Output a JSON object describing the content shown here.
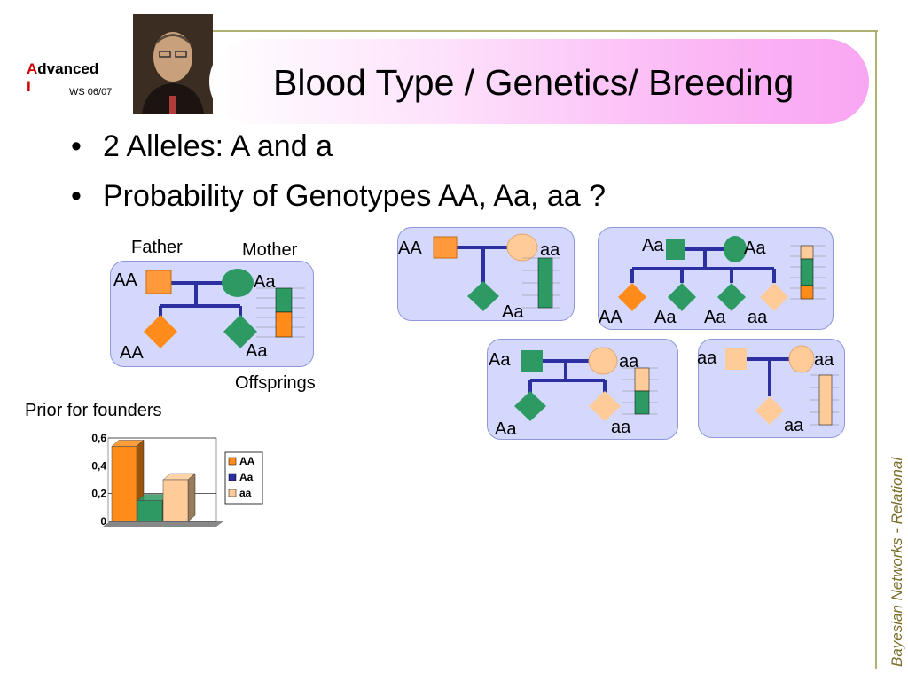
{
  "header": {
    "title": "Blood Type / Genetics/ Breeding",
    "logo_first": "A",
    "logo_rest": "dvanced",
    "logo_second": "I",
    "term": "WS 06/07"
  },
  "bullets": [
    "2 Alleles: A and a",
    "Probability of Genotypes AA, Aa, aa ?"
  ],
  "sidebar": {
    "text": "Bayesian Networks  - Relational"
  },
  "family1": {
    "father": "Father",
    "mother": "Mother",
    "father_type": "AA",
    "mother_type": "Aa",
    "child1": "AA",
    "child2": "Aa",
    "offsprings": "Offsprings"
  },
  "family2": {
    "father_type": "AA",
    "mother_type": "aa",
    "child": "Aa"
  },
  "family3": {
    "father_type": "Aa",
    "mother_type": "Aa",
    "c1": "AA",
    "c2": "Aa",
    "c3": "Aa",
    "c4": "aa"
  },
  "family4": {
    "father_type": "Aa",
    "mother_type": "aa",
    "c1": "Aa",
    "c2": "aa"
  },
  "family5": {
    "father_type": "aa",
    "mother_type": "aa",
    "child": "aa"
  },
  "prior": {
    "label": "Prior for founders"
  },
  "colors": {
    "AA": "#ff8c1a",
    "Aa": "#2e9a63",
    "aa": "#ffcc99",
    "panel": "#d4d8fc",
    "line": "#2b2fa0"
  },
  "chart_data": {
    "type": "bar",
    "categories": [
      "AA",
      "Aa",
      "aa"
    ],
    "values": [
      0.54,
      0.15,
      0.3
    ],
    "ylim": [
      0,
      0.6
    ],
    "yticks": [
      "0,6",
      "0,4",
      "0,2",
      "0"
    ],
    "yvals": [
      0.6,
      0.4,
      0.2,
      0
    ],
    "legend": [
      "AA",
      "Aa",
      "aa"
    ],
    "legend_position": "right"
  }
}
